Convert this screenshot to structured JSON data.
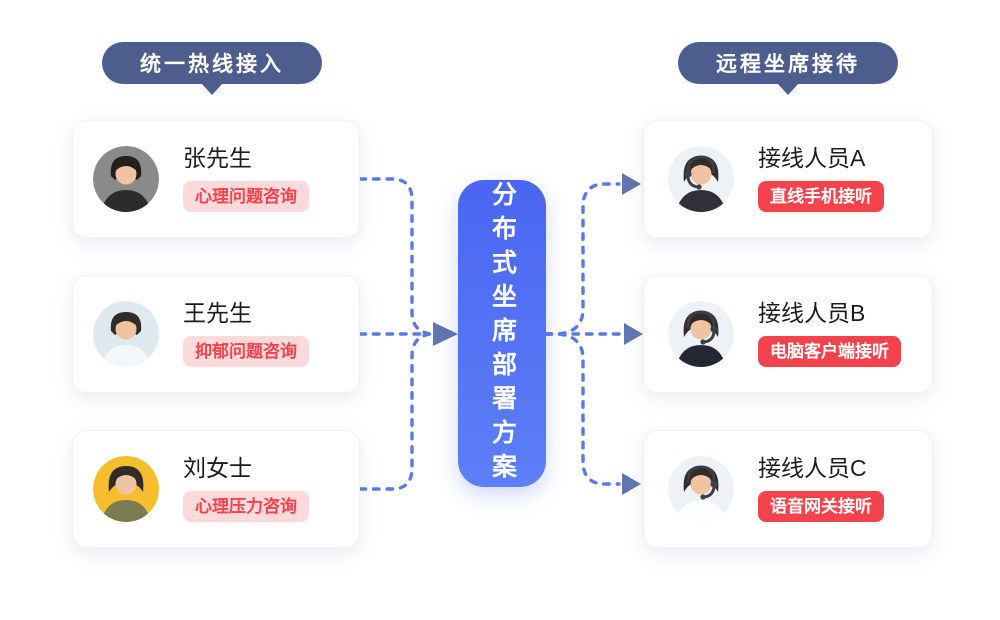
{
  "theme": {
    "badge_bg": "#4d5e8e",
    "dash_color": "#5b79e3",
    "arrow_color": "#5f76b0",
    "center_top": "#4a66f2",
    "center_bottom": "#5d7ff7",
    "tag_pink_bg": "#fcd9db",
    "tag_red": "#f4434d",
    "name_color": "#1c1c1c"
  },
  "left_badge": {
    "label": "统一热线接入"
  },
  "right_badge": {
    "label": "远程坐席接待"
  },
  "center": {
    "label": "分布式坐席部署方案"
  },
  "callers": [
    {
      "name": "张先生",
      "tag": "心理问题咨询",
      "avatar": "young-man-dark-photo"
    },
    {
      "name": "王先生",
      "tag": "抑郁问题咨询",
      "avatar": "young-man-light-photo"
    },
    {
      "name": "刘女士",
      "tag": "心理压力咨询",
      "avatar": "woman-yellow-photo"
    }
  ],
  "agents": [
    {
      "name": "接线人员A",
      "tag": "直线手机接听",
      "avatar": "female-operator-headset"
    },
    {
      "name": "接线人员B",
      "tag": "电脑客户端接听",
      "avatar": "female-operator-headset"
    },
    {
      "name": "接线人员C",
      "tag": "语音网关接听",
      "avatar": "female-operator-headset"
    }
  ]
}
